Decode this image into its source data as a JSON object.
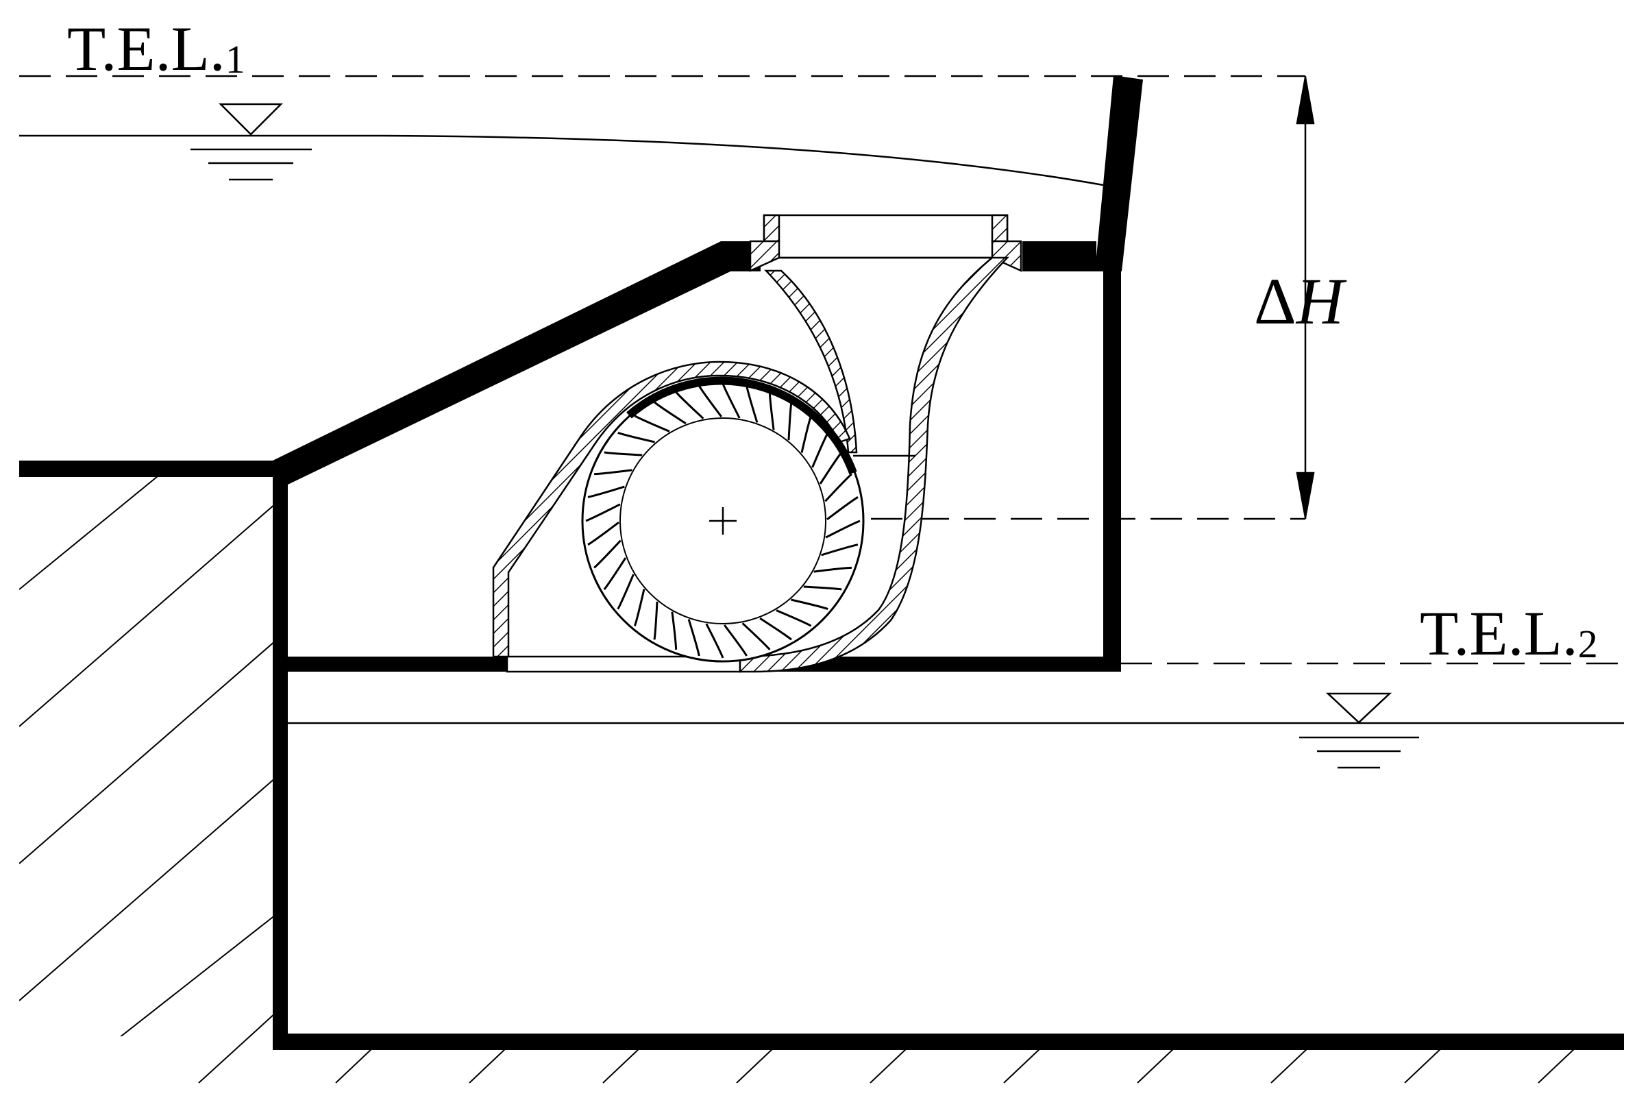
{
  "labels": {
    "upstream_level": "T.E.L.",
    "upstream_level_sub": "1",
    "downstream_level": "T.E.L.",
    "downstream_level_sub": "2",
    "head_symbol": "Δ",
    "head_variable": "H"
  },
  "colors": {
    "ink": "#000000",
    "paper": "#ffffff"
  },
  "runner": {
    "blade_count": 36
  }
}
